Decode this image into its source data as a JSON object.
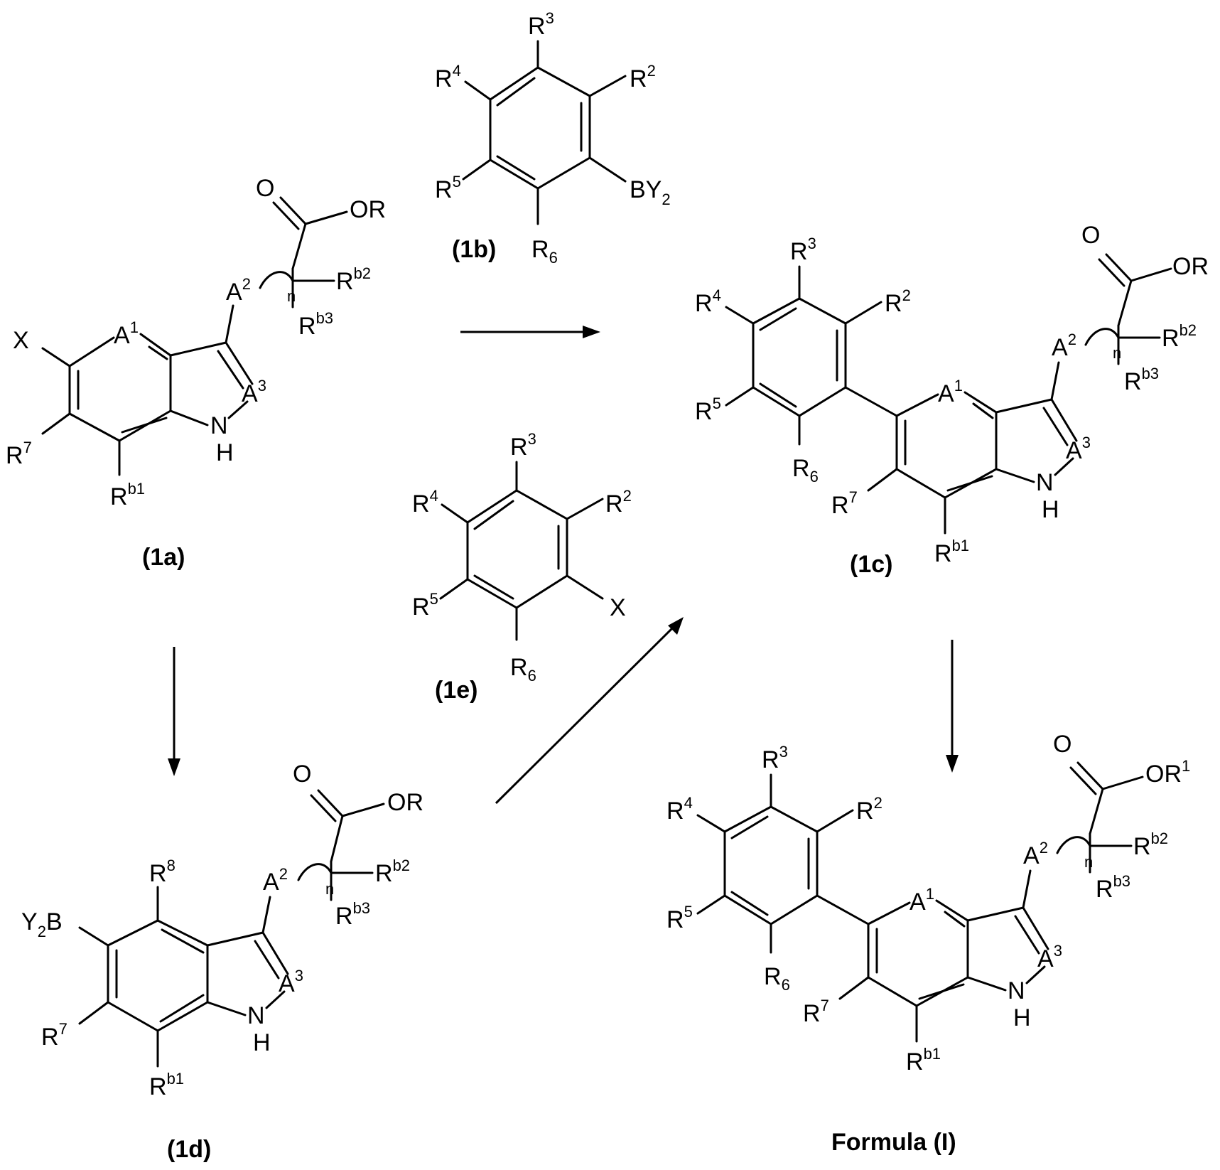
{
  "compounds": {
    "c1a": "(1a)",
    "c1b": "(1b)",
    "c1c": "(1c)",
    "c1d": "(1d)",
    "c1e": "(1e)",
    "formula": "Formula (I)"
  },
  "atoms": {
    "O": "O",
    "OR": "OR",
    "OR1_base": "OR",
    "OR1_sup": "1",
    "A": "A",
    "one": "1",
    "two": "2",
    "three": "3",
    "n": "n",
    "X": "X",
    "N": "N",
    "H": "H",
    "NH": "NH",
    "R": "R",
    "b1": "b1",
    "b2": "b2",
    "b3": "b3",
    "s2": "2",
    "s3": "3",
    "s4": "4",
    "s5": "5",
    "s6": "6",
    "s7": "7",
    "s8": "8",
    "B": "B",
    "Y": "Y",
    "BY": "BY",
    "sub2": "2"
  }
}
